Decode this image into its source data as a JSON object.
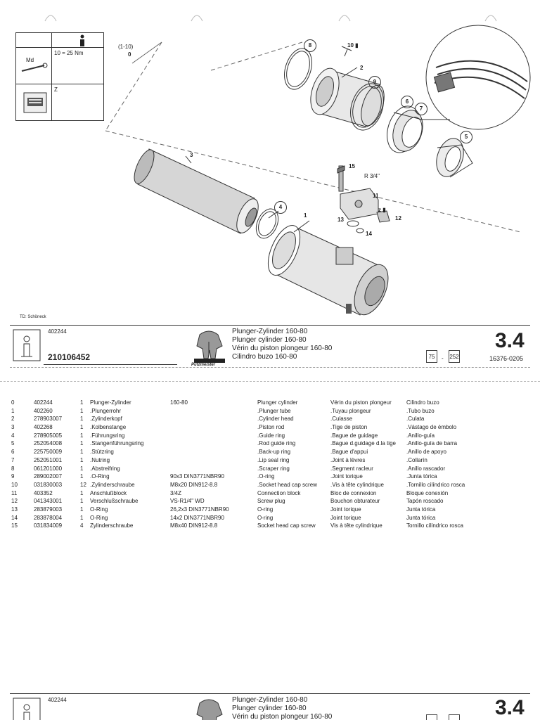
{
  "legend": {
    "ref": "(1-10)",
    "ref_value": "0",
    "md_label": "Md",
    "torque_text": "10  =        25 Nm",
    "z_label": "Z"
  },
  "drawing": {
    "callouts": [
      "8",
      "10",
      "2",
      "9",
      "6",
      "7",
      "5",
      "3",
      "4",
      "1",
      "15",
      "R 3/4\"",
      "11",
      "z",
      "12",
      "13",
      "14"
    ],
    "draftsman": "TD: Schöneck"
  },
  "title_block": {
    "ref_no": "402244",
    "doc_no": "210106452",
    "title_de": "Plunger-Zylinder 160-80",
    "title_en": "Plunger cylinder 160-80",
    "title_fr": "Vérin du piston plongeur 160-80",
    "title_es": "Cilindro buzo 160-80",
    "brand": "Putzmeister",
    "section": "3.4",
    "page_a": "75",
    "page_sep": "-",
    "page_b": "252",
    "code": "16376-0205"
  },
  "parts": [
    {
      "pos": "0",
      "no": "402244",
      "qty": "1",
      "de": "Plunger-Zylinder",
      "spec": "160-80",
      "en": "Plunger cylinder",
      "fr": "Vérin du piston plongeur",
      "es": "Cilindro buzo"
    },
    {
      "pos": "1",
      "no": "402260",
      "qty": "1",
      "de": ".Plungerrohr",
      "spec": "",
      "en": ".Plunger tube",
      "fr": ".Tuyau plongeur",
      "es": ".Tubo buzo"
    },
    {
      "pos": "2",
      "no": "278903007",
      "qty": "1",
      "de": ".Zylinderkopf",
      "spec": "",
      "en": ".Cylinder head",
      "fr": ".Culasse",
      "es": ".Culata"
    },
    {
      "pos": "3",
      "no": "402268",
      "qty": "1",
      "de": ".Kolbenstange",
      "spec": "",
      "en": ".Piston rod",
      "fr": ".Tige de piston",
      "es": ".Vástago de émbolo"
    },
    {
      "pos": "4",
      "no": "278905005",
      "qty": "1",
      "de": ".Führungsring",
      "spec": "",
      "en": ".Guide ring",
      "fr": ".Bague de guidage",
      "es": ".Anillo-guía"
    },
    {
      "pos": "5",
      "no": "252054008",
      "qty": "1",
      "de": ".Stangenführungsring",
      "spec": "",
      "en": ".Rod guide ring",
      "fr": ".Bague d.guidage d.la tige",
      "es": ".Anillo-guía de barra"
    },
    {
      "pos": "6",
      "no": "225750009",
      "qty": "1",
      "de": ".Stützring",
      "spec": "",
      "en": ".Back-up ring",
      "fr": ".Bague d'appui",
      "es": ".Anillo de apoyo"
    },
    {
      "pos": "7",
      "no": "252051001",
      "qty": "1",
      "de": ".Nutring",
      "spec": "",
      "en": ".Lip seal ring",
      "fr": ".Joint à lèvres",
      "es": ".Collarín"
    },
    {
      "pos": "8",
      "no": "061201000",
      "qty": "1",
      "de": ".Abstreifring",
      "spec": "",
      "en": ".Scraper ring",
      "fr": ".Segment racleur",
      "es": ".Anillo rascador"
    },
    {
      "pos": "9",
      "no": "289002007",
      "qty": "1",
      "de": ".O-Ring",
      "spec": "90x3 DIN3771NBR90",
      "en": ".O-ring",
      "fr": ".Joint torique",
      "es": ".Junta tórica"
    },
    {
      "pos": "10",
      "no": "031830003",
      "qty": "12",
      "de": ".Zylinderschraube",
      "spec": "M8x20 DIN912-8.8",
      "en": ".Socket head cap screw",
      "fr": ".Vis à tête cylindrique",
      "es": ".Tornillo cilíndrico rosca"
    },
    {
      "pos": "11",
      "no": "403352",
      "qty": "1",
      "de": "Anschlußblock",
      "spec": "3/4Z",
      "en": "Connection block",
      "fr": "Bloc de connexion",
      "es": "Bloque conexión"
    },
    {
      "pos": "12",
      "no": "041343001",
      "qty": "1",
      "de": "Verschlußschraube",
      "spec": "VS-R1/4\" WD",
      "en": "Screw plug",
      "fr": "Bouchon obturateur",
      "es": "Tapón roscado"
    },
    {
      "pos": "13",
      "no": "283879003",
      "qty": "1",
      "de": "O-Ring",
      "spec": "26,2x3 DIN3771NBR90",
      "en": "O-ring",
      "fr": "Joint torique",
      "es": "Junta tórica"
    },
    {
      "pos": "14",
      "no": "283878004",
      "qty": "1",
      "de": "O-Ring",
      "spec": "14x2 DIN3771NBR90",
      "en": "O-ring",
      "fr": "Joint torique",
      "es": "Junta tórica"
    },
    {
      "pos": "15",
      "no": "031834009",
      "qty": "4",
      "de": "Zylinderschraube",
      "spec": "M8x40 DIN912-8.8",
      "en": "Socket head cap screw",
      "fr": "Vis à tête cylindrique",
      "es": "Tornillo cilíndrico rosca"
    }
  ],
  "footer_block": {
    "ref_no": "402244",
    "title_de": "Plunger-Zylinder 160-80",
    "title_en": "Plunger cylinder 160-80",
    "title_fr": "Vérin du piston plongeur 160-80",
    "section": "3.4"
  }
}
